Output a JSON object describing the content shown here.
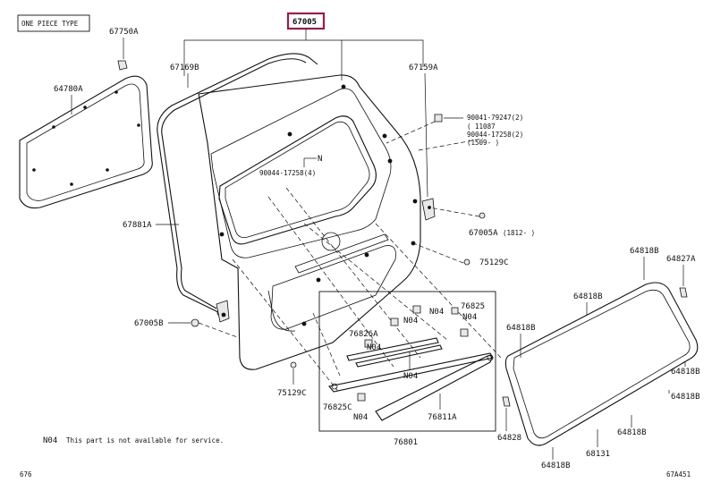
{
  "header": {
    "type_label": "ONE PIECE TYPE",
    "main_part_number": "67005",
    "highlight_color": "#9b1b4a"
  },
  "parts": {
    "p67750A": "67750A",
    "p64780A": "64780A",
    "p67169B": "67169B",
    "p67159A": "67159A",
    "p67881A": "67881A",
    "p67005B": "67005B",
    "p67005A": "67005A",
    "p75129C_right": "75129C",
    "p75129C_bottom": "75129C",
    "pN_window": "N",
    "p90044_17258_4": "90044-17258(4)",
    "p76825_top": "76825",
    "p76826A": "76826A",
    "p76825C": "76825C",
    "p76811A": "76811A",
    "p76801": "76801",
    "p64818B_1": "64818B",
    "p64827A": "64827A",
    "p64818B_2": "64818B",
    "p64818B_3": "64818B",
    "p64818B_4": "64818B",
    "p64818B_5": "64818B",
    "p64818B_6": "64818B",
    "p64818B_7": "64818B",
    "p64828": "64828",
    "p68131": "68131"
  },
  "bolt_notes": {
    "line1": "90041-79247(2)",
    "line2": "(      11087",
    "line3": "90044-17258(2)",
    "line4": "(1509-      )",
    "p67005A_suffix": "(1812-       )"
  },
  "markers": {
    "n04_1": "N04",
    "n04_2": "N04",
    "n04_3": "N04",
    "n04_4": "N04",
    "n04_5": "N04",
    "n04_6": "N04"
  },
  "footer": {
    "note_code": "N04",
    "note_text": "This part is not available for service.",
    "left_ref": "676",
    "right_ref": "67A451"
  }
}
